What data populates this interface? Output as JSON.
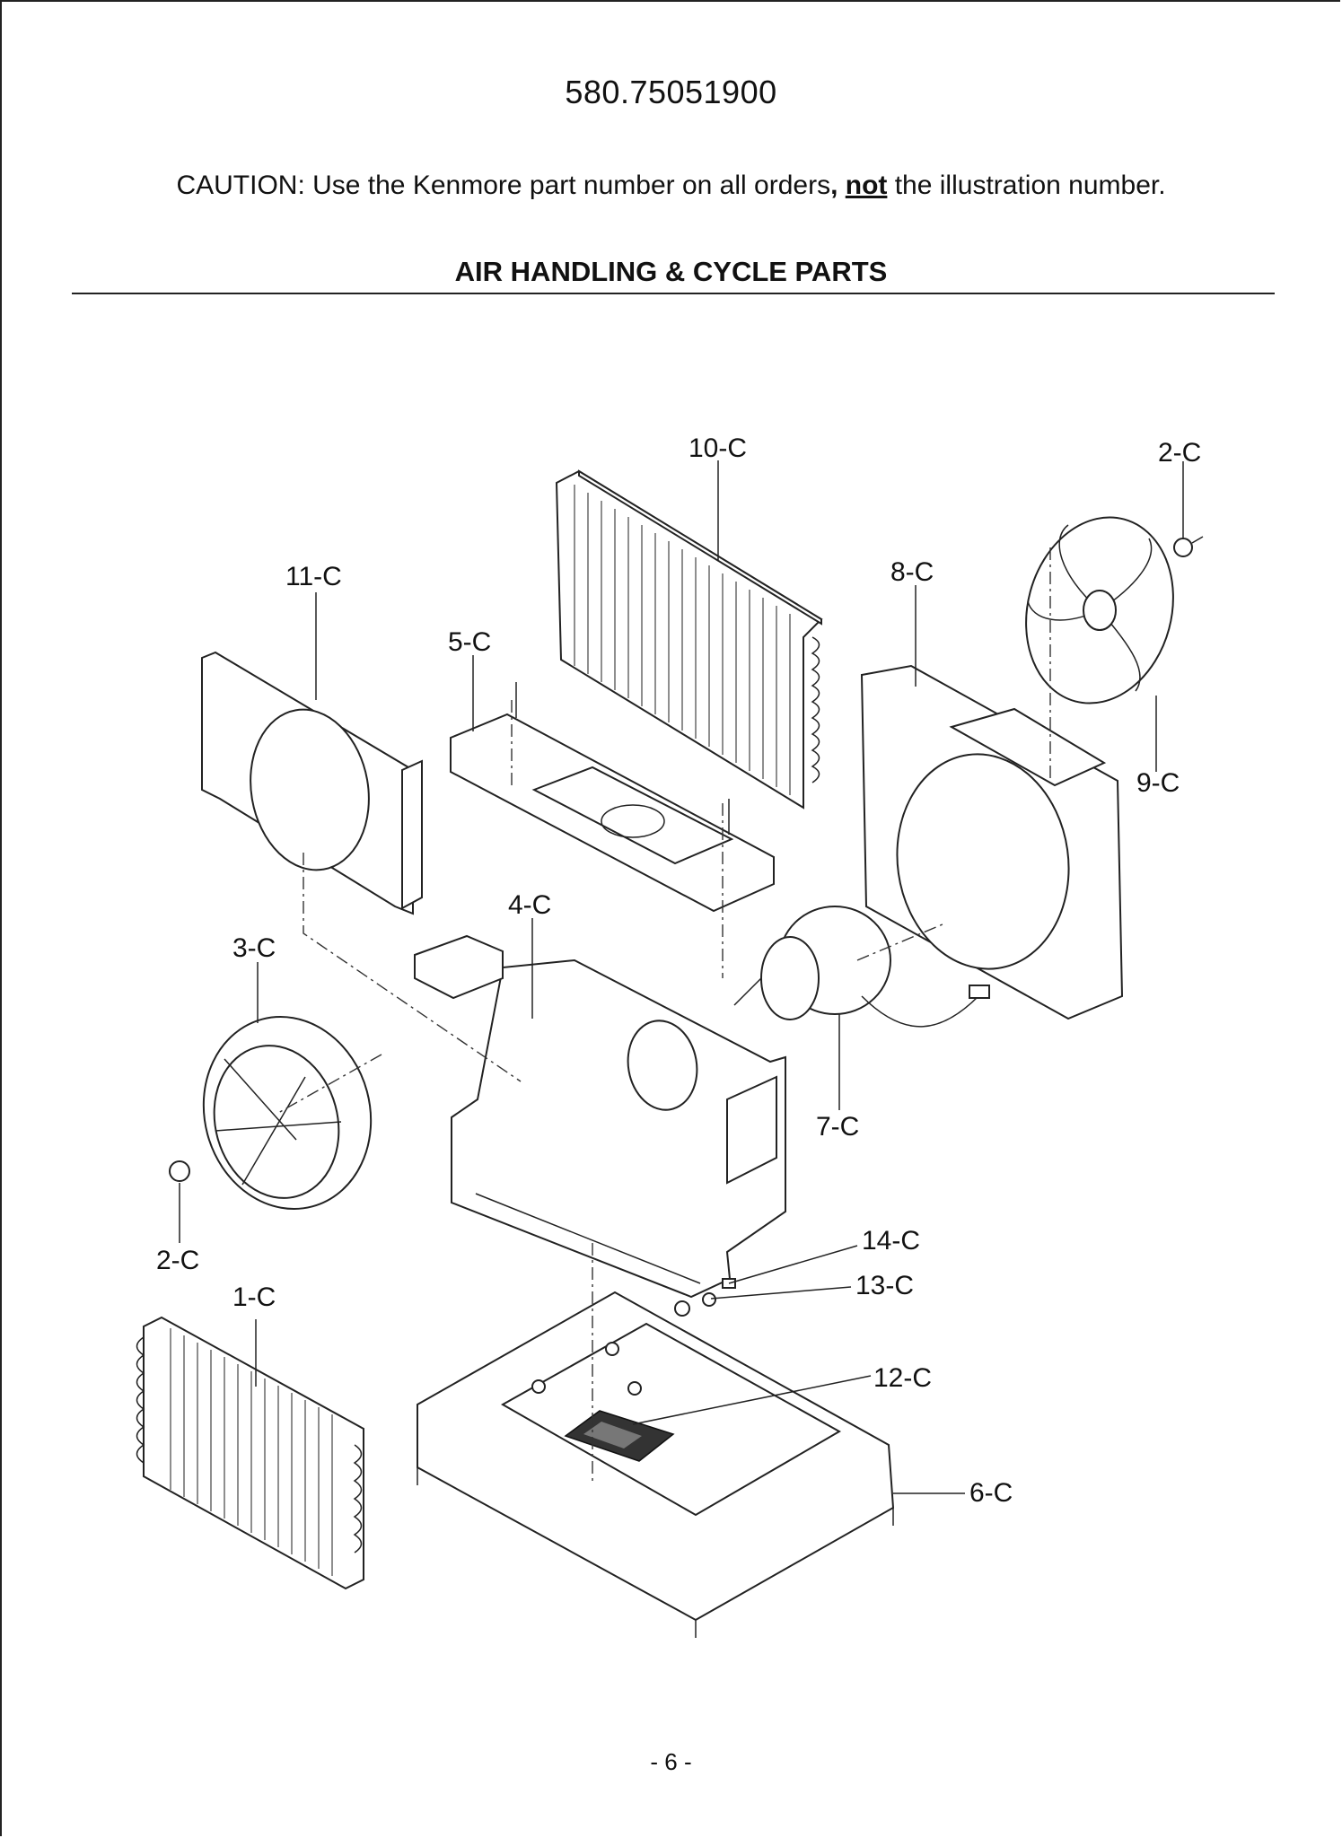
{
  "header": {
    "model_number": "580.75051900",
    "caution_prefix": "CAUTION: Use the Kenmore part number on all orders",
    "caution_bold": ", ",
    "caution_underline": "not",
    "caution_suffix": " the illustration number.",
    "section_title": "AIR HANDLING & CYCLE PARTS"
  },
  "diagram": {
    "part_labels": {
      "p10": "10-C",
      "p2_top": "2-C",
      "p11": "11-C",
      "p8": "8-C",
      "p5": "5-C",
      "p9": "9-C",
      "p4": "4-C",
      "p3": "3-C",
      "p7": "7-C",
      "p14": "14-C",
      "p2_bottom": "2-C",
      "p13": "13-C",
      "p1": "1-C",
      "p12": "12-C",
      "p6": "6-C"
    }
  },
  "footer": {
    "page_number": "- 6 -"
  }
}
